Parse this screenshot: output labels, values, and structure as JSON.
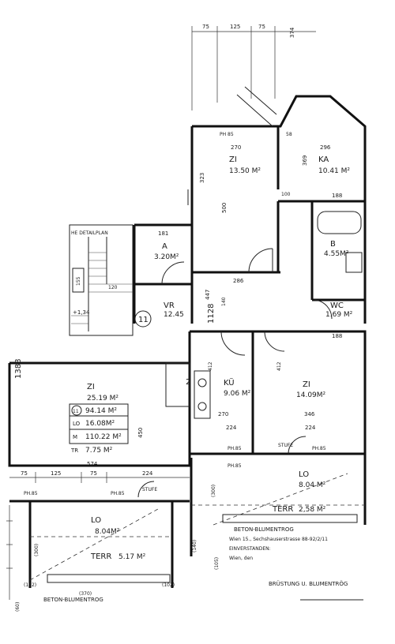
{
  "dims_top": [
    "75",
    "125",
    "75",
    "374"
  ],
  "rooms": {
    "zi_top": {
      "name": "ZI",
      "area": "13.50 M²"
    },
    "ka": {
      "name": "KA",
      "area": "10.41 M²"
    },
    "a": {
      "name": "A",
      "area": "3.20M²"
    },
    "b": {
      "name": "B",
      "area": "4.55M²"
    },
    "vr": {
      "name": "VR",
      "area": "12.45"
    },
    "wc": {
      "name": "WC",
      "area": "1.69 M²"
    },
    "zi_left": {
      "name": "ZI",
      "area": "25.19 M²"
    },
    "ku": {
      "name": "KÜ",
      "area": "9.06 M²"
    },
    "zi_right": {
      "name": "ZI",
      "area": "14.09M²"
    },
    "lo_right": {
      "name": "LO",
      "area": "8.04 M²"
    },
    "lo_left": {
      "name": "LO",
      "area": "8.04M²"
    },
    "terr_right": {
      "name": "TERR",
      "area": "2,58 M²"
    },
    "terr_left": {
      "name": "TERR",
      "area": "5.17 M²"
    }
  },
  "summary": {
    "unit": "11",
    "unit_area": "94.14 M²",
    "lo_label": "LO",
    "lo_area": "16.08M²",
    "m_label": "M",
    "m_area": "110.22 M²",
    "tr_label": "TR",
    "tr_area": "7.75 M²"
  },
  "labels": {
    "detailplan": "HE DETAILPLAN",
    "stair_num": "11",
    "stair_level": "+1,34",
    "num_1388": "1388",
    "num_1128": "1128",
    "beton_right": "BETON-BLUMENTROG",
    "beton_left": "BETON-BLUMENTROG",
    "stufe_right": "STUFE",
    "stufe_left": "STUFE",
    "address": "Wien 15., Sechshauserstrasse 88-92/2/11",
    "einverstanden": "EINVERSTANDEN:",
    "wien_den": "Wien, den",
    "bruestung": "BRÜSTUNG U. BLUMENTRÖG",
    "unit_marker_2": "2",
    "heights": [
      "PH.85",
      "PH.85",
      "PH.85",
      "PH.85",
      "PH.85",
      "PH 85"
    ]
  },
  "dims": {
    "zi_top_w": "270",
    "ka_w": "296",
    "zi_top_h": "500",
    "ka_h": "369",
    "len_188a": "188",
    "len_100": "100",
    "len_286": "286",
    "len_181": "181",
    "len_447": "447",
    "len_140": "140",
    "len_574": "574",
    "len_450": "450",
    "len_412a": "412",
    "len_412b": "412",
    "len_224a": "224",
    "len_346": "346",
    "len_188b": "188",
    "len_270b": "270",
    "len_224b": "224",
    "row2": [
      "75",
      "125",
      "75",
      "224"
    ],
    "len_300a": "(300)",
    "len_300b": "(300)",
    "len_370": "(370)",
    "len_102a": "(102)",
    "len_102b": "(102)",
    "len_140b": "(140)",
    "len_105": "(105)",
    "len_60": "(60)",
    "len_323": "323",
    "len_120": "120",
    "len_155": "155",
    "len_58": "58"
  }
}
